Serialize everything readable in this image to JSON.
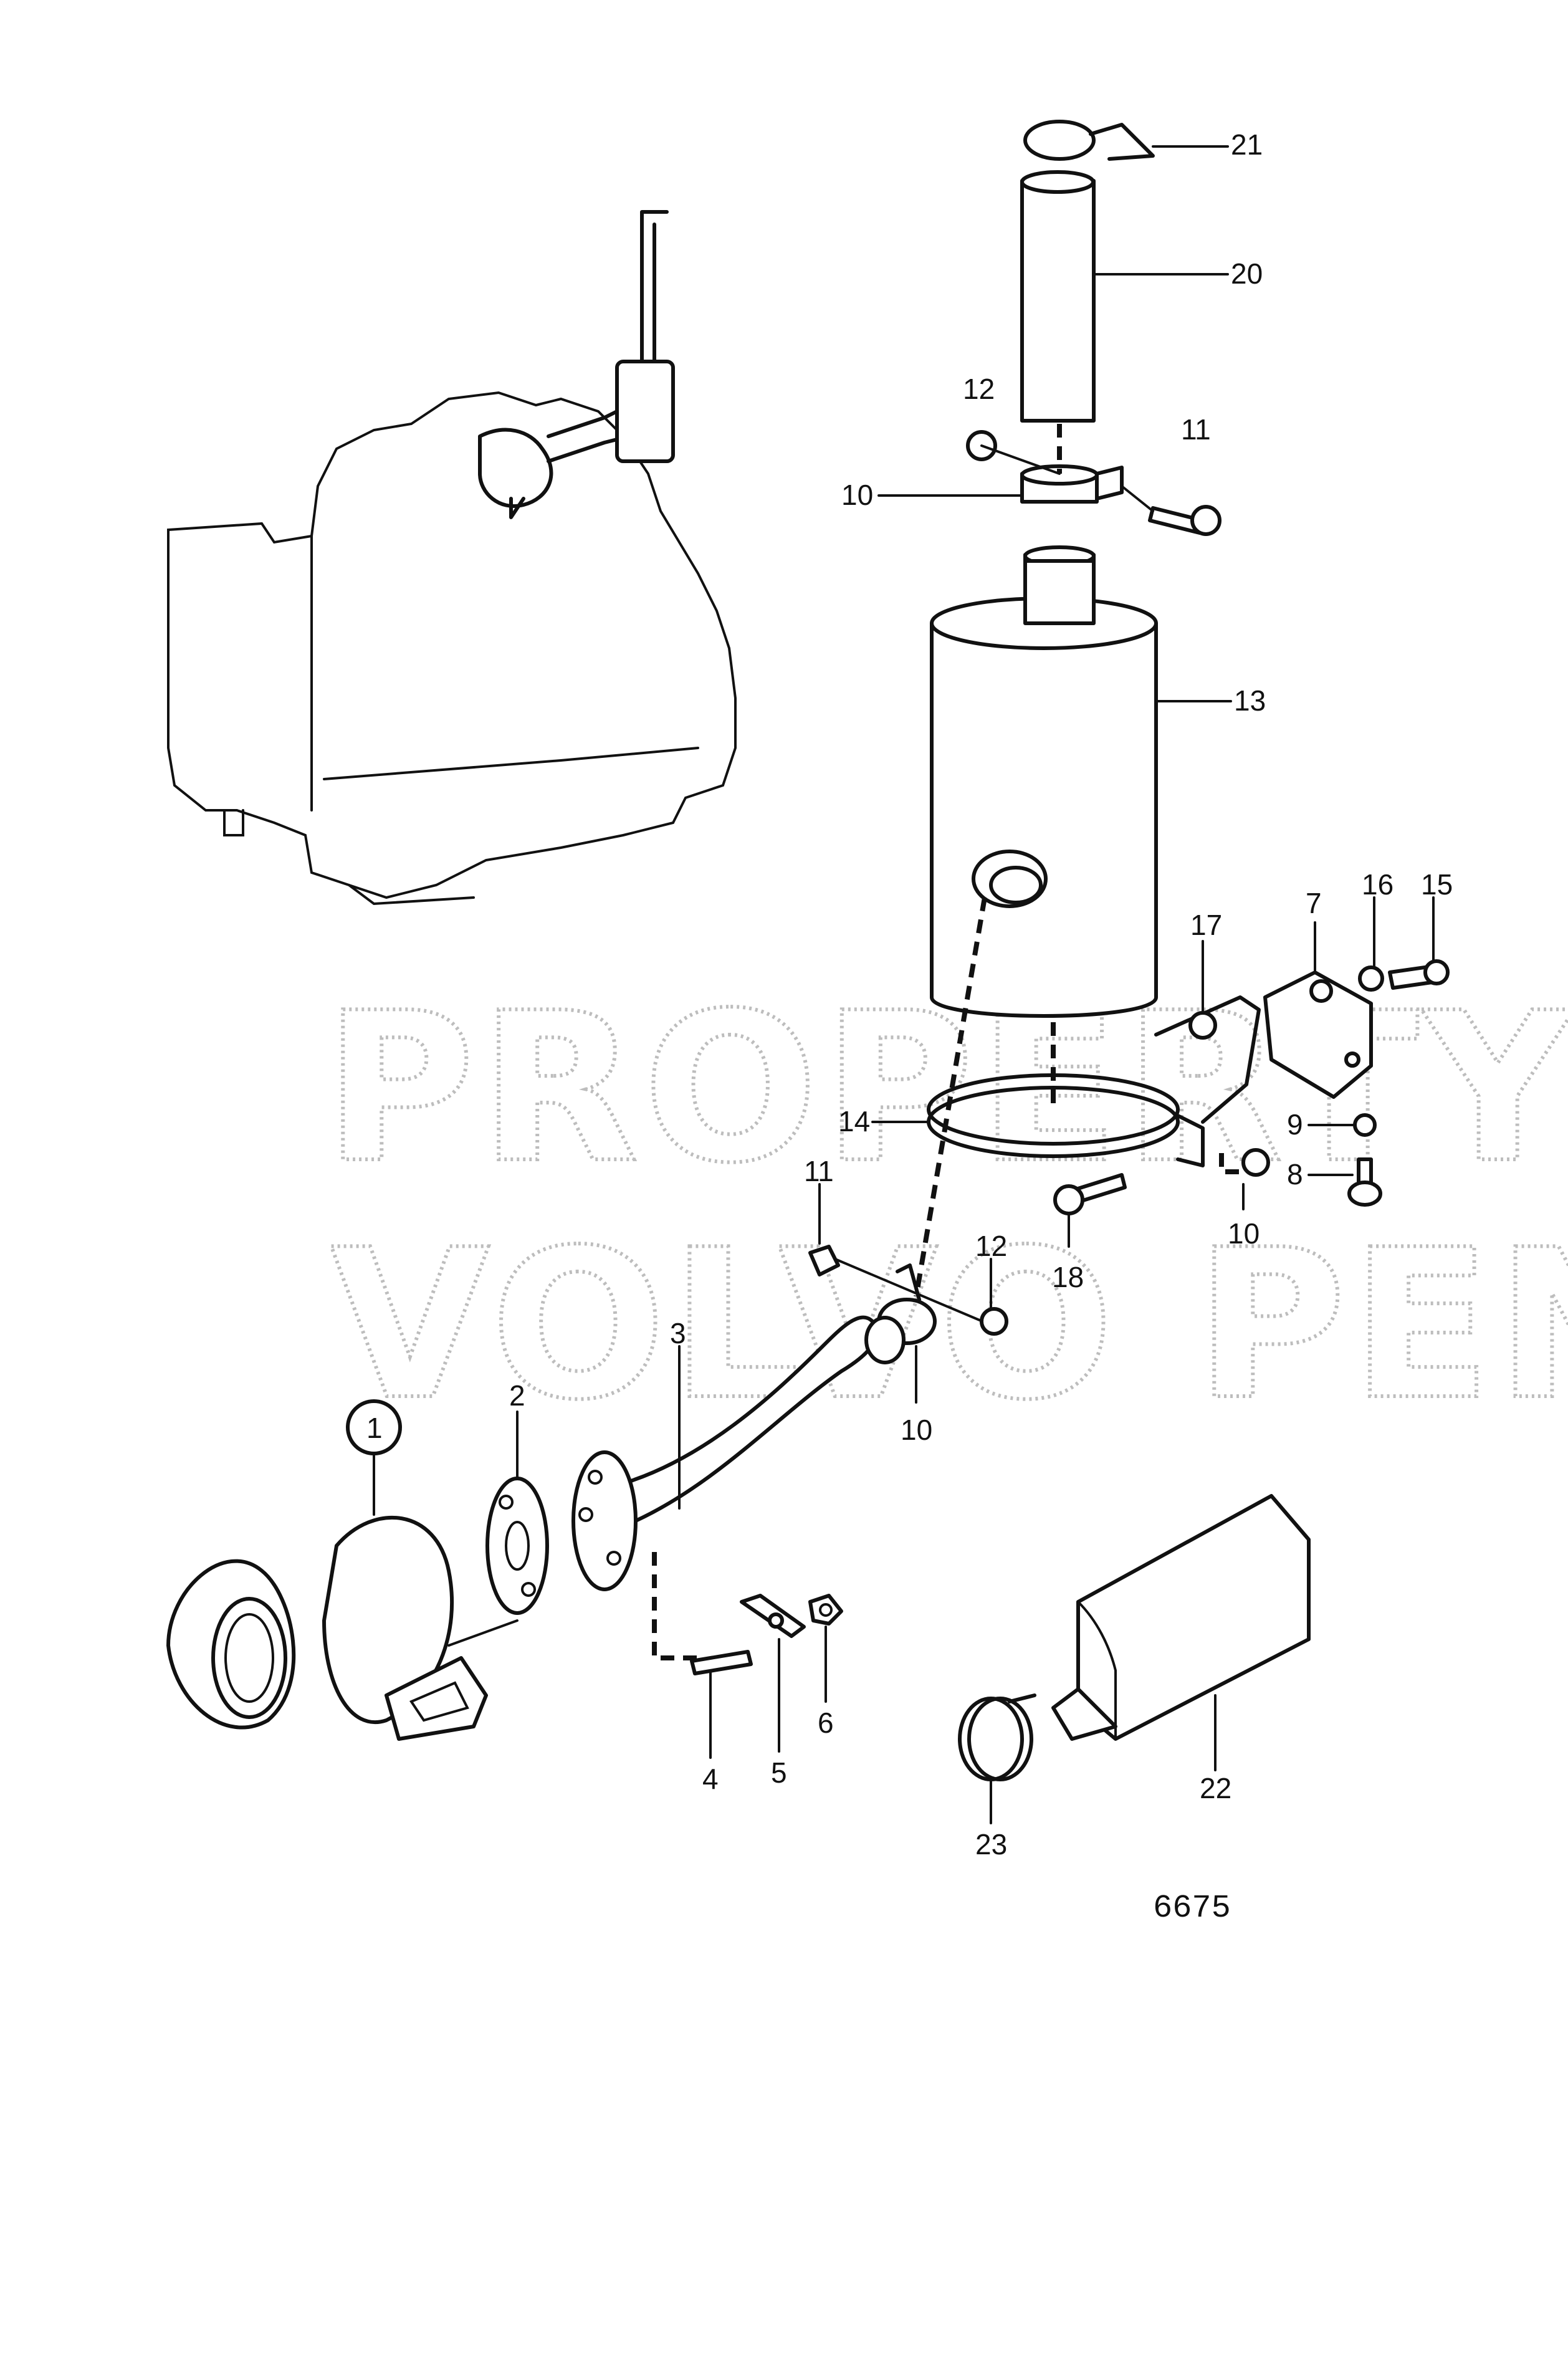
{
  "watermark": {
    "line1": "PROPERTY OF",
    "line2": "VOLVO PENTA"
  },
  "drawing_code": "6675",
  "part_labels": {
    "p1": "1",
    "p2": "2",
    "p3": "3",
    "p4": "4",
    "p5": "5",
    "p6": "6",
    "p7": "7",
    "p8": "8",
    "p9": "9",
    "p10a": "10",
    "p10b": "10",
    "p10c": "10",
    "p11a": "11",
    "p11b": "11",
    "p12a": "12",
    "p12b": "12",
    "p13": "13",
    "p14": "14",
    "p15": "15",
    "p16": "16",
    "p17": "17",
    "p18": "18",
    "p20": "20",
    "p21": "21",
    "p22": "22",
    "p23": "23"
  }
}
